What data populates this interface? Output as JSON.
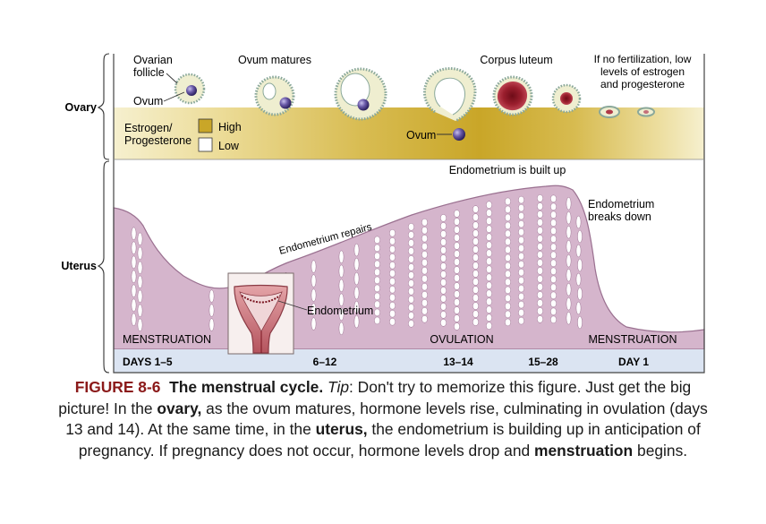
{
  "colors": {
    "ovary_band_high": "#c9a628",
    "ovary_band_low": "#f6f0cf",
    "endometrium": "#d5b5cc",
    "endometrium_edge": "#9a7090",
    "gland": "#ffffff",
    "timeline_band": "#dbe4f2",
    "follicle_fill": "#efeed0",
    "follicle_border": "#8aa89a",
    "ovum": "#6a5aa8",
    "corpus_luteum": "#8e1622",
    "caption_figure_label": "#8b1a1a"
  },
  "ovary": {
    "bracket_label": "Ovary",
    "ovarian_follicle_label_line1": "Ovarian",
    "ovarian_follicle_label_line2": "follicle",
    "ovum_label": "Ovum",
    "ovum_matures_label": "Ovum matures",
    "corpus_luteum_label": "Corpus luteum",
    "no_fertilization_line1": "If no fertilization, low",
    "no_fertilization_line2": "levels of estrogen",
    "no_fertilization_line3": "and progesterone",
    "released_ovum_label": "Ovum",
    "hormone_legend": {
      "title_line1": "Estrogen/",
      "title_line2": "Progesterone",
      "high_label": "High",
      "low_label": "Low"
    }
  },
  "uterus": {
    "bracket_label": "Uterus",
    "endometrium_built_up": "Endometrium is built up",
    "endometrium_repairs": "Endometrium repairs",
    "endometrium_breaks_down_line1": "Endometrium",
    "endometrium_breaks_down_line2": "breaks down",
    "endometrium_label": "Endometrium",
    "phase_menstruation_start": "MENSTRUATION",
    "phase_ovulation": "OVULATION",
    "phase_menstruation_end": "MENSTRUATION"
  },
  "timeline": {
    "days": [
      "DAYS 1–5",
      "6–12",
      "13–14",
      "15–28",
      "DAY 1"
    ]
  },
  "caption": {
    "figure_label": "FIGURE 8-6",
    "title": "The menstrual cycle.",
    "tip_label": "Tip",
    "text_1": ": Don't try to memorize this figure. Just get the big picture! In the ",
    "ovary_word": "ovary,",
    "text_2": " as the ovum matures, hormone levels rise, culminating in ovulation (days 13 and 14). At the same time, in the ",
    "uterus_word": "uterus,",
    "text_3": " the endometrium is building up in anticipation of pregnancy. If pregnancy does not occur, hormone levels drop and ",
    "menstruation_word": "menstruation",
    "text_4": " begins."
  }
}
